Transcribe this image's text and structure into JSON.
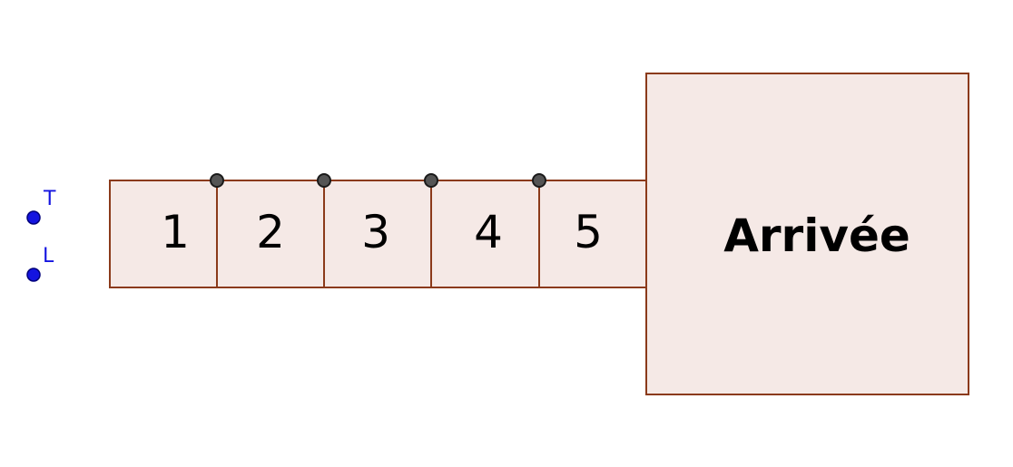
{
  "board": {
    "cells": [
      {
        "label": "1"
      },
      {
        "label": "2"
      },
      {
        "label": "3"
      },
      {
        "label": "4"
      },
      {
        "label": "5"
      }
    ],
    "finish_label": "Arrivée",
    "points": [
      {
        "label": "T"
      },
      {
        "label": "L"
      }
    ]
  },
  "colors": {
    "cell_fill": "#f5e9e6",
    "cell_stroke": "#8b3a1a",
    "point_blue": "#1414e0",
    "point_dark": "#555555"
  }
}
